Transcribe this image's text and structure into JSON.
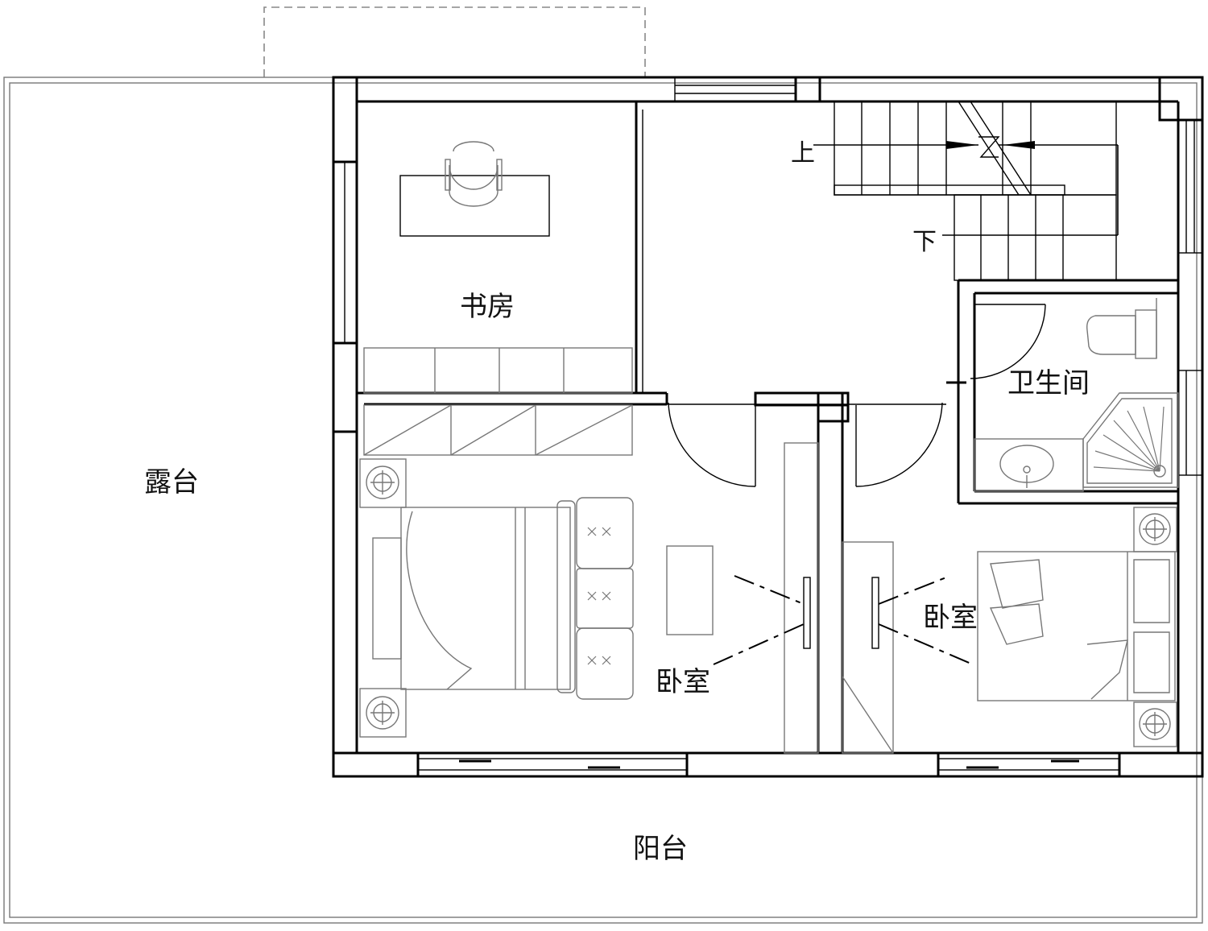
{
  "rooms": {
    "terrace": "露台",
    "study": "书房",
    "bathroom": "卫生间",
    "bedroom_left": "卧室",
    "bedroom_right": "卧室",
    "balcony": "阳台"
  },
  "stairs": {
    "up": "上",
    "down": "下"
  }
}
